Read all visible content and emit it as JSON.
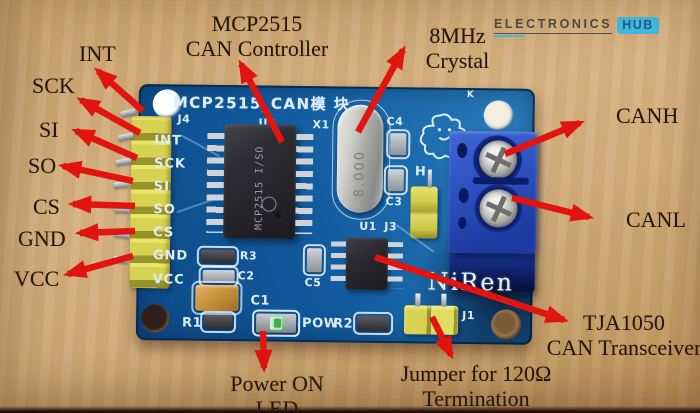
{
  "logo": {
    "part1": "ELECTRONICS",
    "part2": "HUB"
  },
  "labels": {
    "int": "INT",
    "sck": "SCK",
    "si": "SI",
    "so": "SO",
    "cs": "CS",
    "gnd": "GND",
    "vcc": "VCC",
    "controller_line1": "MCP2515",
    "controller_line2": "CAN Controller",
    "crystal_line1": "8MHz",
    "crystal_line2": "Crystal",
    "canh": "CANH",
    "canl": "CANL",
    "transceiver_line1": "TJA1050",
    "transceiver_line2": "CAN Transceiver",
    "jumper_line1": "Jumper for 120Ω",
    "jumper_line2": "Termination",
    "power_led": "Power ON LED"
  },
  "board": {
    "title": "MCP2515_CAN模 块",
    "brand": "NiRen",
    "pin_silk": [
      "INT",
      "SCK",
      "SI",
      "SO",
      "CS",
      "GND",
      "VCC"
    ],
    "silk": {
      "j4": "J4",
      "u2": "U2",
      "x1": "X1",
      "c4": "C4",
      "c3": "C3",
      "h": "H",
      "k": "K",
      "u1": "U1",
      "j3": "J3",
      "c5": "C5",
      "r3": "R3",
      "c2": "C2",
      "c1": "C1",
      "r1": "R1",
      "pow": "POW",
      "r2": "R2",
      "j1": "J1"
    },
    "u2_marking": "MCP2515 I/SO",
    "crystal_marking": "8.000"
  },
  "colors": {
    "arrow_red": "#e21410",
    "pcb_blue": "#1565a5",
    "terminal_blue": "#2b50bd",
    "header_yellow": "#d8d252",
    "hub_cyan": "#45b8e0",
    "label_black": "#241708"
  }
}
